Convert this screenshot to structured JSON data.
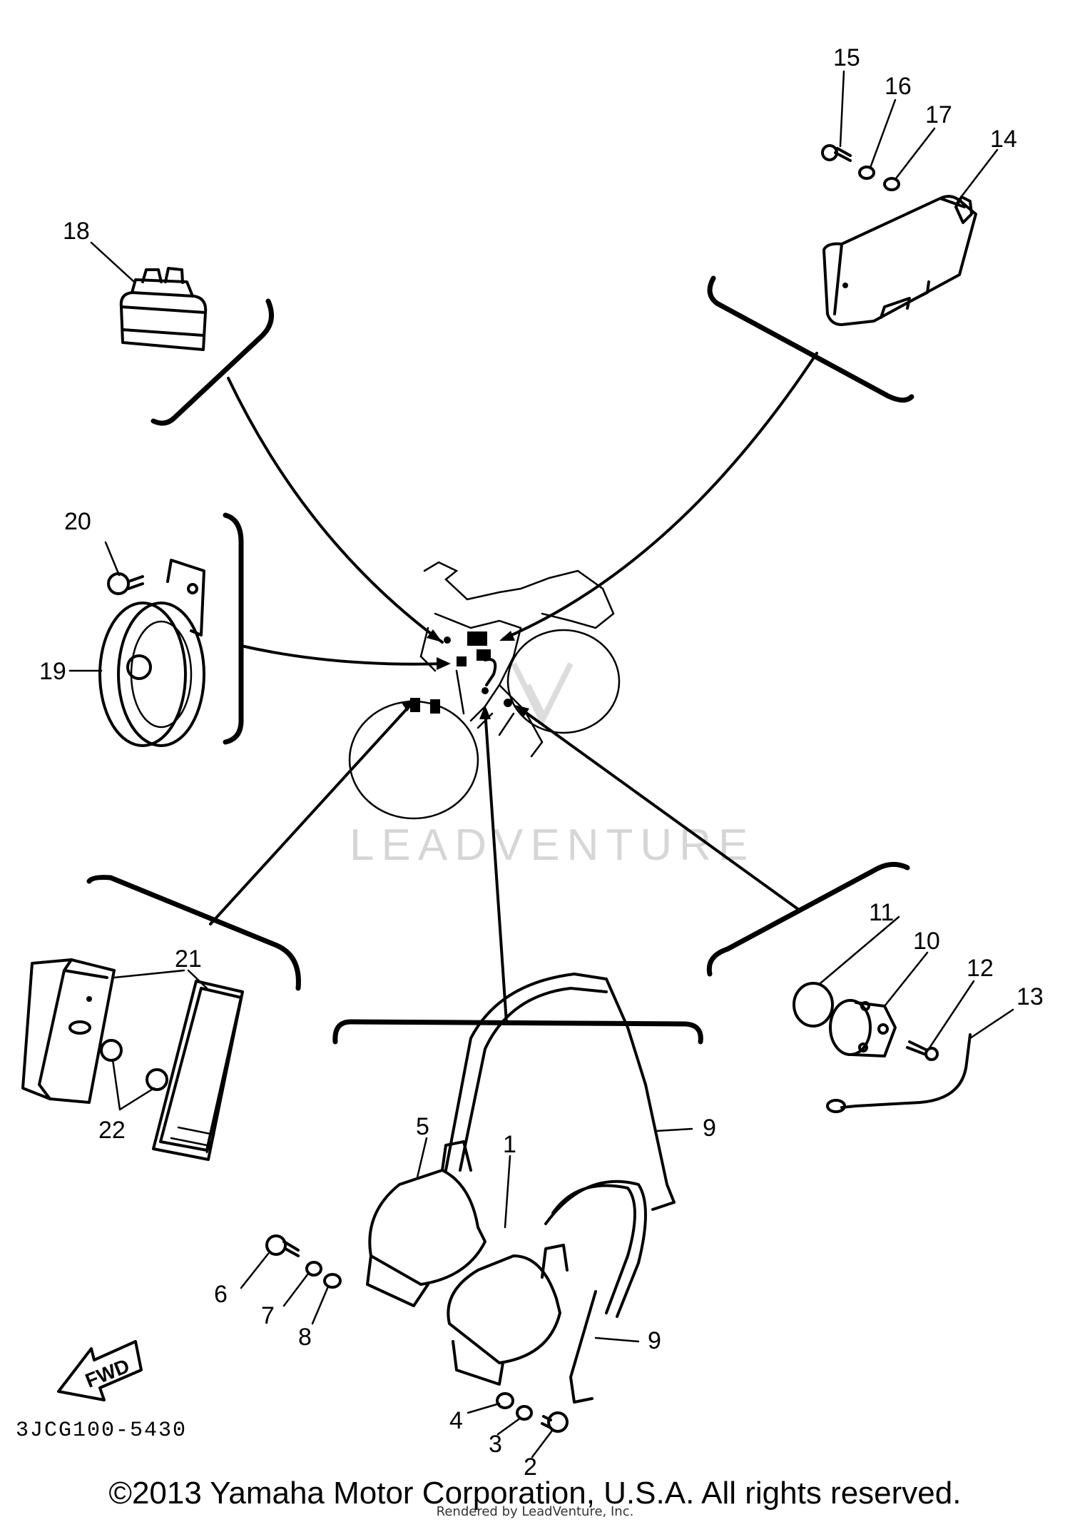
{
  "diagram": {
    "code": "3JCG100-5430",
    "copyright": "©2013 Yamaha Motor Corporation, U.S.A. All rights reserved.",
    "rendered_by": "Rendered by LeadVenture, Inc.",
    "watermark": "LEADVENTURE",
    "fwd_label": "FWD",
    "callouts": {
      "c1": "1",
      "c2": "2",
      "c3": "3",
      "c4": "4",
      "c5": "5",
      "c6": "6",
      "c7": "7",
      "c8": "8",
      "c9a": "9",
      "c9b": "9",
      "c10": "10",
      "c11": "11",
      "c12": "12",
      "c13": "13",
      "c14": "14",
      "c15": "15",
      "c16": "16",
      "c17": "17",
      "c18": "18",
      "c19": "19",
      "c20": "20",
      "c21": "21",
      "c22": "22"
    }
  }
}
